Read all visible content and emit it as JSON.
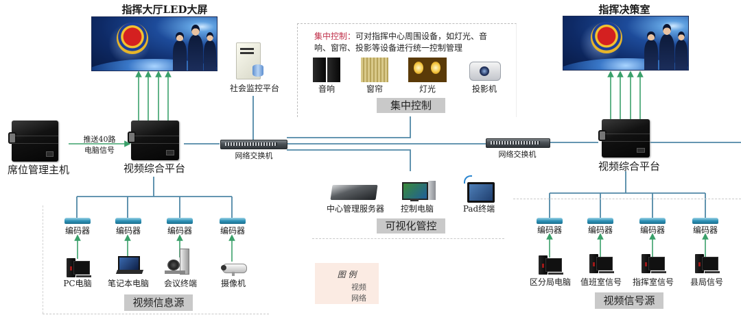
{
  "diagram": {
    "led_screen_title": "指挥大厅LED大屏",
    "decision_room_title": "指挥决策室",
    "seat_host_label": "席位管理主机",
    "push_signal_label_line1": "推送40路",
    "push_signal_label_line2": "电脑信号",
    "left_platform_label": "视频综合平台",
    "right_platform_label": "视频综合平台",
    "social_monitor_label": "社会监控平台",
    "left_switch_label": "网络交换机",
    "right_switch_label": "网络交换机",
    "central_control": {
      "highlight": "集中控制：",
      "description": "可对指挥中心周围设备，如灯光、音响、窗帘、投影等设备进行统一控制管理",
      "desc_line1": "可对指挥中心周围设备，如灯光、音",
      "desc_line2": "响、窗帘、投影等设备进行统一控制管理",
      "devices": [
        "音响",
        "窗帘",
        "灯光",
        "投影机"
      ],
      "section_label": "集中控制"
    },
    "visual_control": {
      "devices": [
        "中心管理服务器",
        "控制电脑",
        "Pad终端"
      ],
      "section_label": "可视化管控"
    },
    "video_info_source": {
      "encoders": [
        "编码器",
        "编码器",
        "编码器",
        "编码器"
      ],
      "devices": [
        "PC电脑",
        "笔记本电脑",
        "会议终端",
        "摄像机"
      ],
      "section_label": "视频信息源"
    },
    "video_signal_source": {
      "encoders": [
        "编码器",
        "编码器",
        "编码器",
        "编码器"
      ],
      "devices": [
        "区分局电脑",
        "值班室信号",
        "指挥室信号",
        "县局信号"
      ],
      "section_label": "视频信号源"
    },
    "legend": {
      "title": "图  例",
      "items": [
        {
          "label": "视频",
          "type": "arrow",
          "color": "#3aa06a"
        },
        {
          "label": "网络",
          "type": "line",
          "color": "#5b86a8"
        }
      ]
    },
    "colors": {
      "video_line": "#3aa06a",
      "network_line": "#4f87a6",
      "highlight_text": "#c0304a",
      "section_box": "#c9c9c9",
      "legend_bg": "#fbebe3"
    }
  }
}
